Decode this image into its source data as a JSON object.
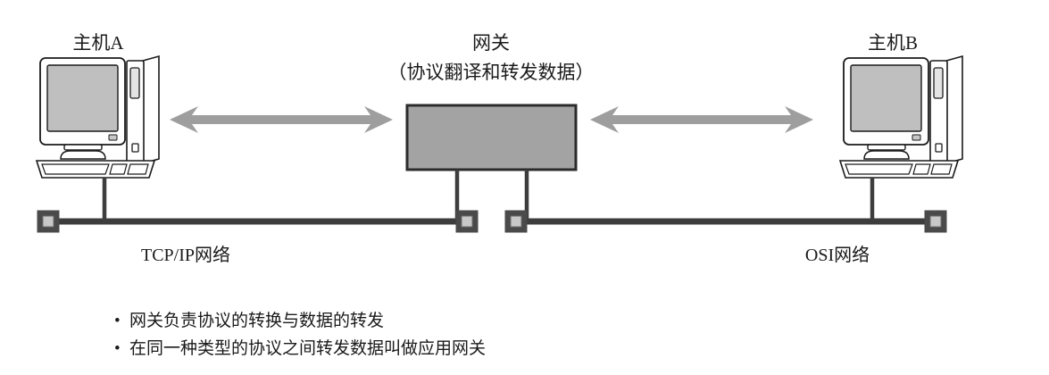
{
  "diagram": {
    "title_hosts": {
      "host_a_label": "主机A",
      "host_b_label": "主机B"
    },
    "gateway": {
      "title": "网关",
      "subtitle": "（协议翻译和转发数据）"
    },
    "networks": {
      "left_label": "TCP/IP网络",
      "right_label": "OSI网络"
    },
    "notes": {
      "bullet_marker": "•",
      "items": [
        "网关负责协议的转换与数据的转发",
        "在同一种类型的协议之间转发数据叫做应用网关"
      ]
    },
    "colors": {
      "line_dark": "#3d3d3d",
      "outline": "#1a1a1a",
      "screen_fill": "#bfbfbf",
      "gateway_fill": "#a3a3a3",
      "arrow_fill": "#9e9e9e",
      "terminator_inner": "#c8c8c8",
      "terminator_outer": "#4a4a4a",
      "background": "#ffffff",
      "case_fill": "#ffffff"
    }
  }
}
